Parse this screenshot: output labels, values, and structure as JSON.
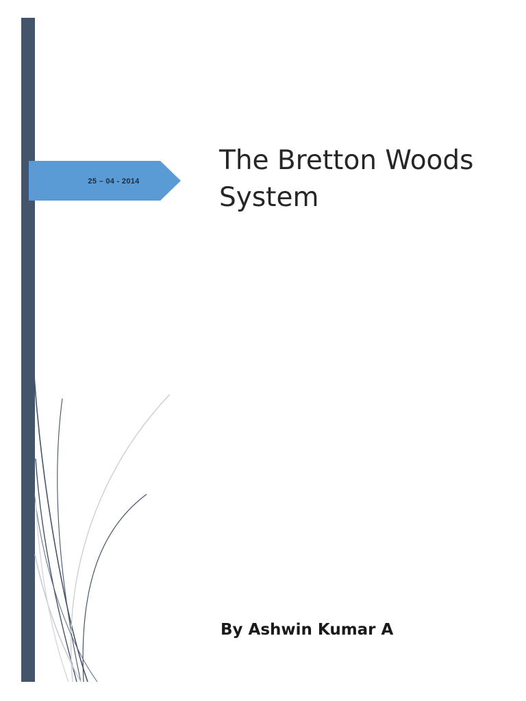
{
  "cover": {
    "date": "25 – 04 - 2014",
    "title": "The Bretton Woods System",
    "author": "By Ashwin Kumar A"
  },
  "colors": {
    "sidebar": "#44546a",
    "date_tag": "#5b9bd5",
    "title_text": "#262626",
    "author_text": "#1a1a1a"
  }
}
